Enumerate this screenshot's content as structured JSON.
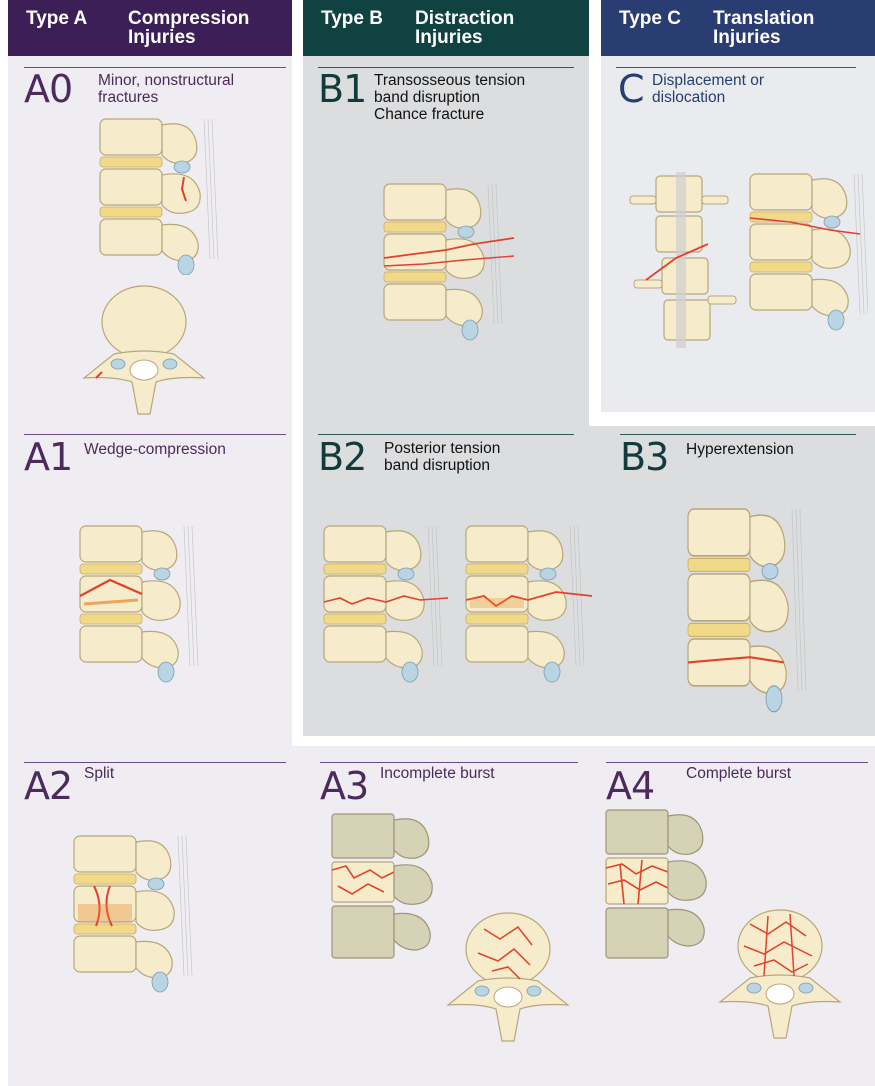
{
  "headers": {
    "a": {
      "type": "Type A",
      "line1": "Compression",
      "line2": "Injuries",
      "color": "#3c1f56"
    },
    "b": {
      "type": "Type B",
      "line1": "Distraction",
      "line2": "Injuries",
      "color": "#0f4240"
    },
    "c": {
      "type": "Type C",
      "line1": "Translation",
      "line2": "Injuries",
      "color": "#2a3d72"
    }
  },
  "colors": {
    "panel_a": "#efedf2",
    "panel_b": "#dcdddf",
    "panel_c": "#eaebef",
    "bone": "#f6eccb",
    "bone_outline": "#b8a67a",
    "disc": "#f1d98a",
    "fracture": "#e2412a",
    "cartilage": "#b9d4e2"
  },
  "cells": {
    "a0": {
      "code": "A0",
      "lines": [
        "Minor, nonstructural",
        "fractures"
      ]
    },
    "a1": {
      "code": "A1",
      "lines": [
        "Wedge-compression"
      ]
    },
    "a2": {
      "code": "A2",
      "lines": [
        "Split"
      ]
    },
    "a3": {
      "code": "A3",
      "lines": [
        "Incomplete burst"
      ]
    },
    "a4": {
      "code": "A4",
      "lines": [
        "Complete burst"
      ]
    },
    "b1": {
      "code": "B1",
      "lines": [
        "Transosseous tension",
        "band disruption",
        "Chance fracture"
      ]
    },
    "b2": {
      "code": "B2",
      "lines": [
        "Posterior tension",
        "band disruption"
      ]
    },
    "b3": {
      "code": "B3",
      "lines": [
        "Hyperextension"
      ]
    },
    "c": {
      "code": "C",
      "lines": [
        "Displacement or",
        "dislocation"
      ]
    }
  }
}
